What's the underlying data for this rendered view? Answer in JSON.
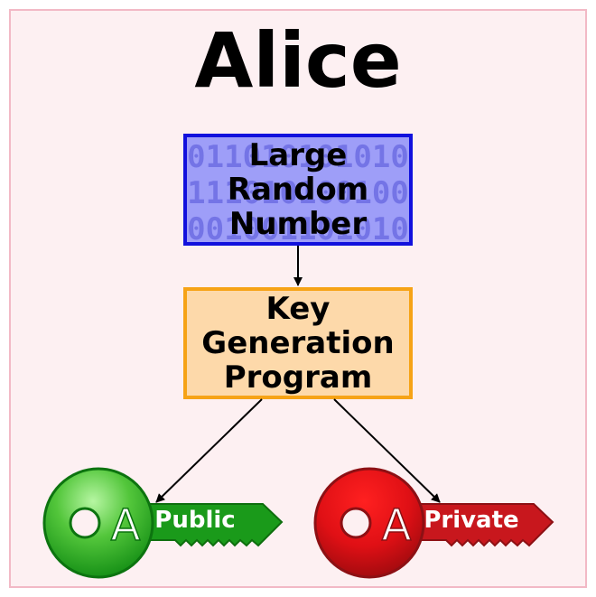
{
  "diagram": {
    "title": "Alice",
    "random_box": {
      "label_lines": [
        "Large",
        "Random",
        "Number"
      ],
      "background_bits": [
        "011010101010",
        "111010100100",
        "001001101010"
      ]
    },
    "keygen_box": {
      "label_lines": [
        "Key",
        "Generation",
        "Program"
      ]
    },
    "public_key": {
      "letter": "A",
      "label": "Public",
      "color": "#1a9a1a"
    },
    "private_key": {
      "letter": "A",
      "label": "Private",
      "color": "#c8171d"
    }
  }
}
